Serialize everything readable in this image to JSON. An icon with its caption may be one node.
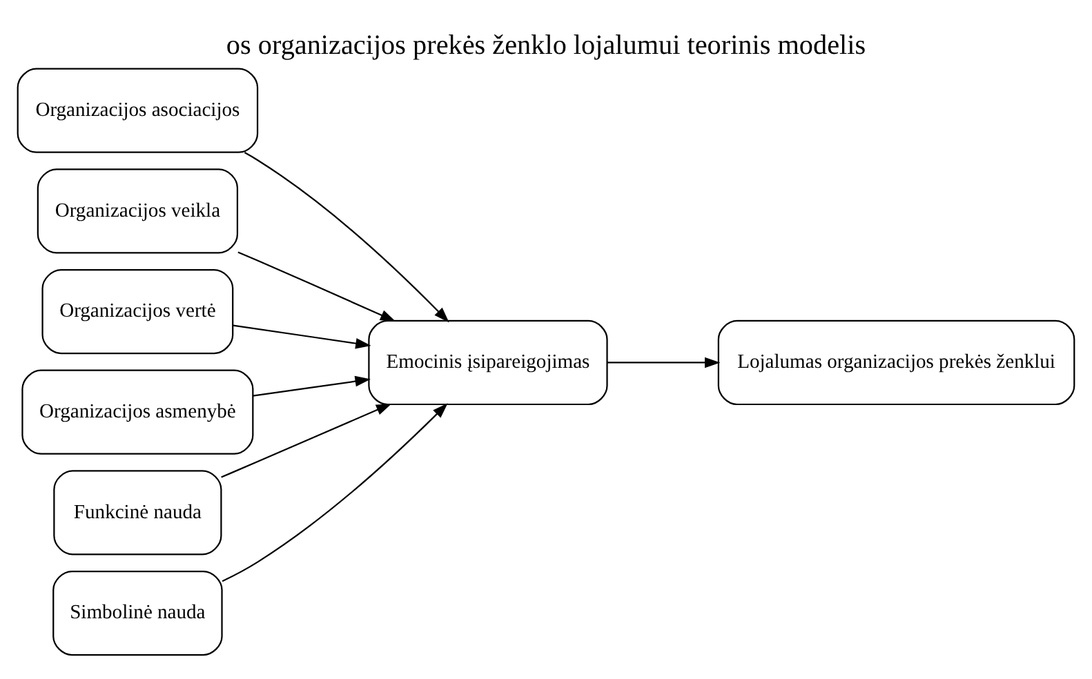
{
  "diagram": {
    "title": "os organizacijos prekės ženklo lojalumui teorinis modelis",
    "nodes": [
      {
        "text": [
          "Organizacijos asociacijos"
        ]
      },
      {
        "text": [
          "Organizacijos veikla"
        ]
      },
      {
        "text": [
          "Organizacijos vertė"
        ]
      },
      {
        "text": [
          "Organizacijos asmenybė"
        ]
      },
      {
        "text": [
          "Funkcinė nauda"
        ]
      },
      {
        "text": [
          "Simbolinė nauda"
        ]
      },
      {
        "text": [
          "Emocinis įsipareigojimas"
        ]
      },
      {
        "text": [
          "Lojalumas organizacijos prekės ženklui"
        ]
      }
    ],
    "edges": [
      {
        "from": 0,
        "to": 6,
        "arrow": "to"
      },
      {
        "from": 1,
        "to": 6,
        "arrow": "to"
      },
      {
        "from": 2,
        "to": 6,
        "arrow": "to"
      },
      {
        "from": 3,
        "to": 6,
        "arrow": "to"
      },
      {
        "from": 4,
        "to": 6,
        "arrow": "to"
      },
      {
        "from": 5,
        "to": 6,
        "arrow": "to"
      },
      {
        "from": 6,
        "to": 7,
        "arrow": "to"
      }
    ]
  }
}
